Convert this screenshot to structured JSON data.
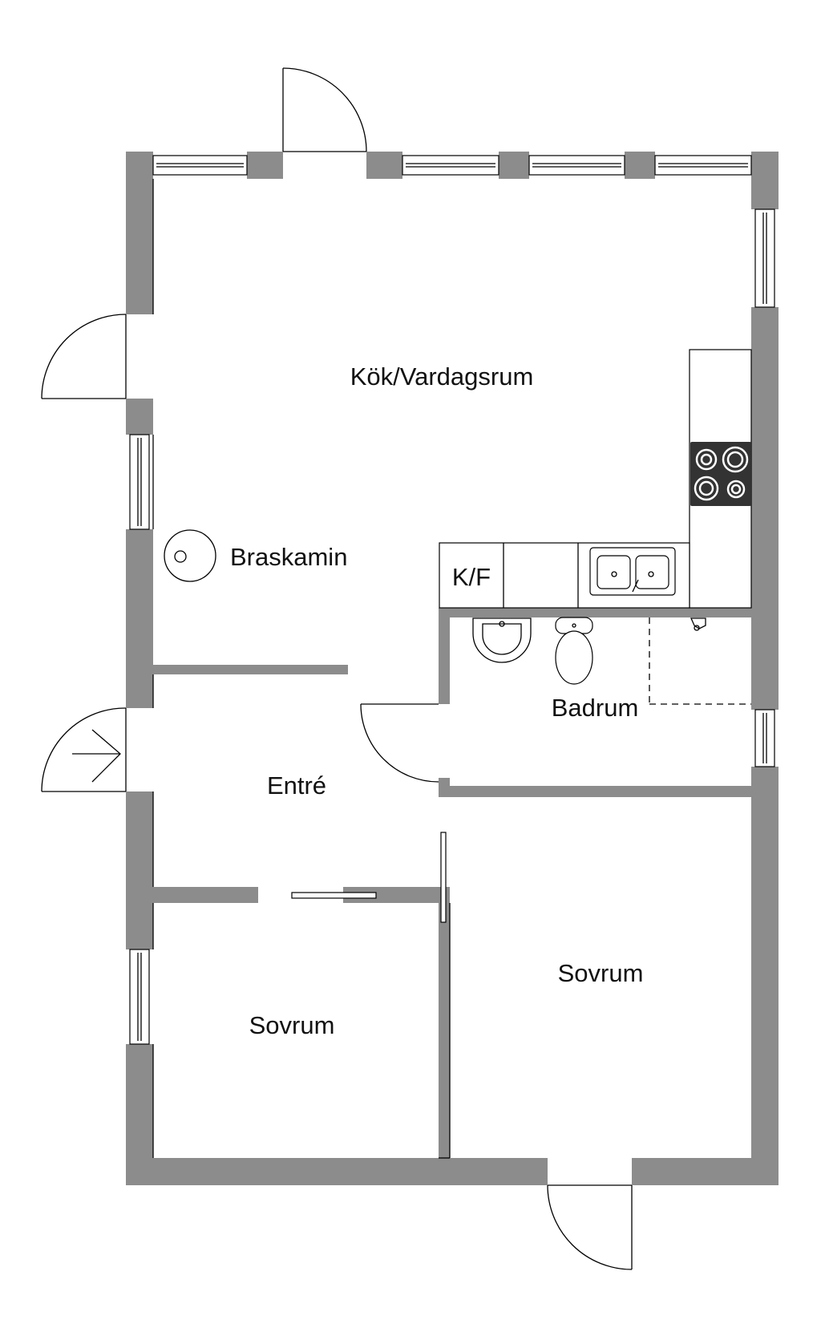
{
  "rooms": {
    "kitchen_living": "Kök/Vardagsrum",
    "fireplace": "Braskamin",
    "fridge_freezer": "K/F",
    "bathroom": "Badrum",
    "entrance": "Entré",
    "bedroom_left": "Sovrum",
    "bedroom_right": "Sovrum"
  },
  "colors": {
    "wall": "#8c8c8c",
    "line": "#000000",
    "hob": "#333333"
  },
  "icons": [
    "door-swing-icon",
    "window-icon",
    "fireplace-icon",
    "stove-icon",
    "sink-icon",
    "toilet-icon",
    "washbasin-icon",
    "entry-arrow-icon",
    "sliding-door-icon"
  ]
}
